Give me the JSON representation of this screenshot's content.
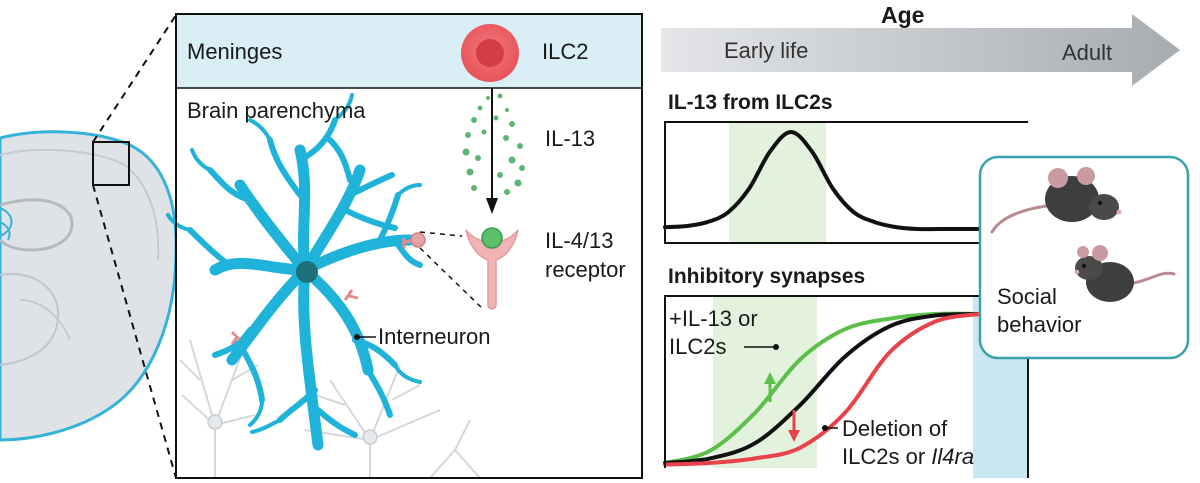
{
  "panel": {
    "meninges": "Meninges",
    "ilc2": "ILC2",
    "parenchyma": "Brain parenchyma",
    "il13": "IL-13",
    "receptor_line1": "IL-4/13",
    "receptor_line2": "receptor",
    "interneuron": "Interneuron"
  },
  "age_arrow": {
    "title": "Age",
    "start": "Early life",
    "end": "Adult"
  },
  "mouse_box": {
    "line1": "Social",
    "line2": "behavior"
  },
  "colors": {
    "meninges_band": "#d9eef5",
    "astrocyte": "#1fb3d9",
    "ilc2": "#e8525a",
    "green_curve": "#5cbf4a",
    "red_curve": "#e8434a",
    "window_shade": "#e3f2dc",
    "adult_band": "#c9e7f2",
    "box_border": "#3aa0aa"
  },
  "chart_data": [
    {
      "type": "line",
      "title": "IL-13 from ILC2s",
      "series": [
        {
          "values": [
            3,
            4,
            8,
            18,
            42,
            80,
            100,
            80,
            42,
            18,
            8,
            3,
            1,
            1,
            1,
            1
          ]
        }
      ],
      "x_label_start": "Early life",
      "x_label_end": "Adult"
    },
    {
      "type": "line",
      "title": "Inhibitory synapses",
      "series": [
        {
          "label_line1": "+IL-13 or",
          "label_line2": "ILC2s",
          "color": "#5cbf4a",
          "values": [
            2,
            10,
            35,
            70,
            90,
            97,
            100,
            100
          ]
        },
        {
          "color": "#111111",
          "values": [
            2,
            5,
            15,
            40,
            72,
            92,
            99,
            100
          ]
        },
        {
          "label_line1": "Deletion of",
          "label_line2_prefix": "ILC2s or",
          "label_line2_italic": "Il4ra",
          "color": "#e8434a",
          "values": [
            1,
            2,
            5,
            12,
            35,
            75,
            95,
            100
          ]
        }
      ]
    }
  ]
}
